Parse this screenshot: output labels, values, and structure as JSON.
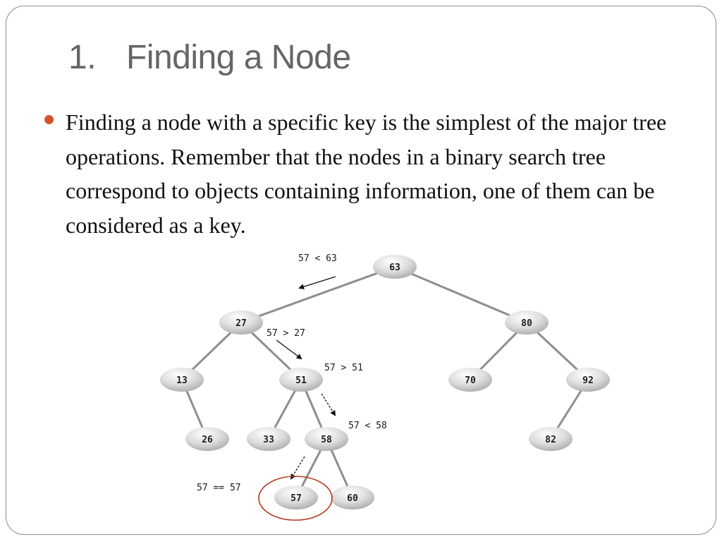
{
  "slide": {
    "title_number": "1.",
    "title_text": "Finding a Node",
    "bullet_text": "Finding a node with a specific key is the simplest of the major tree operations. Remember that the nodes in a binary search tree correspond to objects containing information, one of them can be considered as a key."
  },
  "tree": {
    "nodes": {
      "root": "63",
      "n27": "27",
      "n80": "80",
      "n13": "13",
      "n51": "51",
      "n70": "70",
      "n92": "92",
      "n26": "26",
      "n33": "33",
      "n58": "58",
      "n82": "82",
      "n57": "57",
      "n60": "60"
    },
    "comparisons": {
      "c1": "57 < 63",
      "c2": "57 > 27",
      "c3": "57 > 51",
      "c4": "57 < 58",
      "c5": "57 == 57"
    },
    "colors": {
      "node_fill": "#d4d4d4",
      "edge": "#8e8e8e",
      "found_circle": "#b5381c",
      "bullet": "#d0562a"
    }
  }
}
